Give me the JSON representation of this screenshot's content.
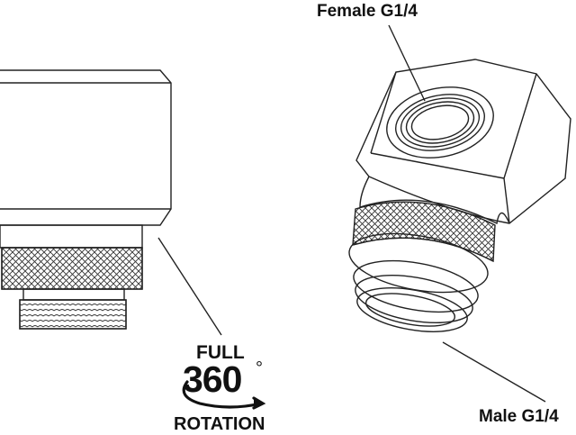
{
  "labels": {
    "female_port": "Female G1/4",
    "male_port": "Male G1/4"
  },
  "rotation_badge": {
    "top_word": "FULL",
    "number": "360",
    "degree_symbol": "°",
    "bottom_word": "ROTATION"
  },
  "icons": {
    "fitting_side": "fitting-side-view-icon",
    "fitting_iso": "fitting-isometric-view-icon",
    "rotation_arrow": "rotation-arrow-icon"
  },
  "colors": {
    "line": "#222222",
    "text": "#111111",
    "background": "#ffffff"
  }
}
